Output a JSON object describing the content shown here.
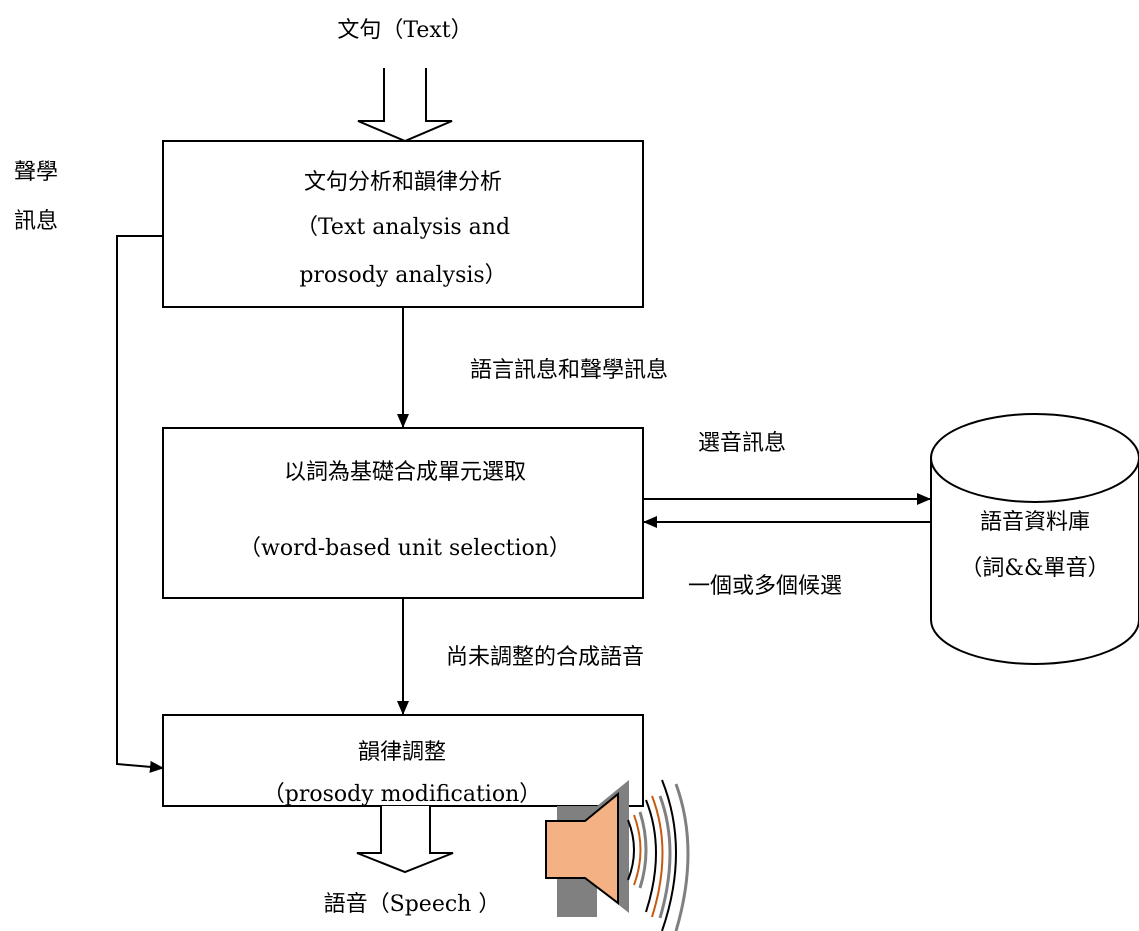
{
  "input_label": "文句（Text）",
  "side_label": [
    "聲學",
    "訊息"
  ],
  "box1": {
    "line1": "文句分析和韻律分析",
    "line2": "（Text analysis and",
    "line3": "prosody analysis）"
  },
  "arrow1_label": "語言訊息和聲學訊息",
  "box2": {
    "line1": "以詞為基礎合成單元選取",
    "line2": "（word-based unit selection）"
  },
  "db_request_label": "選音訊息",
  "db_response_label": "一個或多個候選",
  "database": {
    "line1": "語音資料庫",
    "line2": "（詞&&單音）"
  },
  "arrow2_label": "尚未調整的合成語音",
  "box3": {
    "line1": "韻律調整",
    "line2": "（prosody modification）"
  },
  "output_label": "語音（Speech ）",
  "colors": {
    "line": "#000000",
    "speaker_fill": "#f4b183",
    "speaker_shadow": "#808080",
    "wave_color": "#c55a11"
  },
  "icons": [
    "speaker-icon"
  ]
}
